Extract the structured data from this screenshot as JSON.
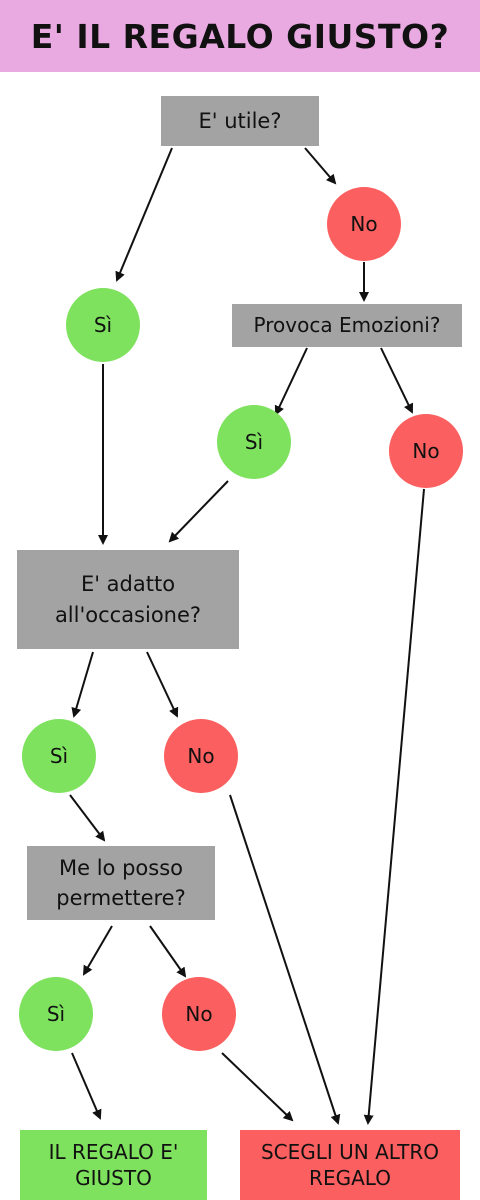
{
  "title": "E' IL REGALO GIUSTO?",
  "q1": "E' utile?",
  "q2": "Provoca Emozioni?",
  "q3": "E' adatto all'occasione?",
  "q4": "Me lo posso permettere?",
  "yes_label": "Sì",
  "no_label": "No",
  "result_ok": "IL REGALO E' GIUSTO",
  "result_ko": "SCEGLI UN ALTRO REGALO",
  "colors": {
    "header": "#e9a9e1",
    "question": "#a3a3a3",
    "yes": "#7ee25e",
    "no": "#fb5f5f"
  }
}
